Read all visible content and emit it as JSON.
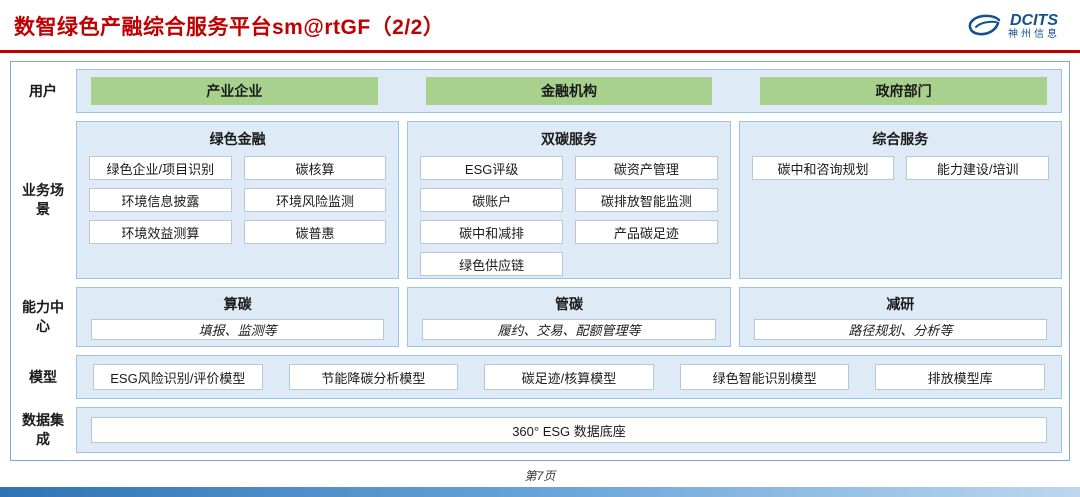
{
  "header": {
    "title": "数智绿色产融综合服务平台sm@rtGF（2/2）"
  },
  "logo": {
    "name": "DCITS",
    "subtitle": "神州信息"
  },
  "rows": {
    "users": {
      "label": "用户",
      "items": [
        "产业企业",
        "金融机构",
        "政府部门"
      ]
    },
    "scenarios": {
      "label": "业务场景",
      "columns": [
        {
          "title": "绿色金融",
          "items": [
            "绿色企业/项目识别",
            "碳核算",
            "环境信息披露",
            "环境风险监测",
            "环境效益测算",
            "碳普惠"
          ]
        },
        {
          "title": "双碳服务",
          "items": [
            "ESG评级",
            "碳资产管理",
            "碳账户",
            "碳排放智能监测",
            "碳中和减排",
            "产品碳足迹",
            "绿色供应链"
          ]
        },
        {
          "title": "综合服务",
          "items": [
            "碳中和咨询规划",
            "能力建设/培训"
          ]
        }
      ]
    },
    "capabilities": {
      "label": "能力中心",
      "boxes": [
        {
          "title": "算碳",
          "desc": "填报、监测等"
        },
        {
          "title": "管碳",
          "desc": "履约、交易、配额管理等"
        },
        {
          "title": "减研",
          "desc": "路径规划、分析等"
        }
      ]
    },
    "models": {
      "label": "模型",
      "items": [
        "ESG风险识别/评价模型",
        "节能降碳分析模型",
        "碳足迹/核算模型",
        "绿色智能识别模型",
        "排放模型库"
      ]
    },
    "data": {
      "label": "数据集成",
      "item": "360° ESG 数据底座"
    }
  },
  "footer": {
    "page_label": "第7页"
  },
  "colors": {
    "title_red": "#C00000",
    "panel_blue": "#DEEBF7",
    "panel_border": "#9DC3E6",
    "user_green": "#A9D18E",
    "logo_blue": "#15508F",
    "bar_gradient_start": "#2E74B5",
    "bar_gradient_end": "#BDD7EE"
  }
}
